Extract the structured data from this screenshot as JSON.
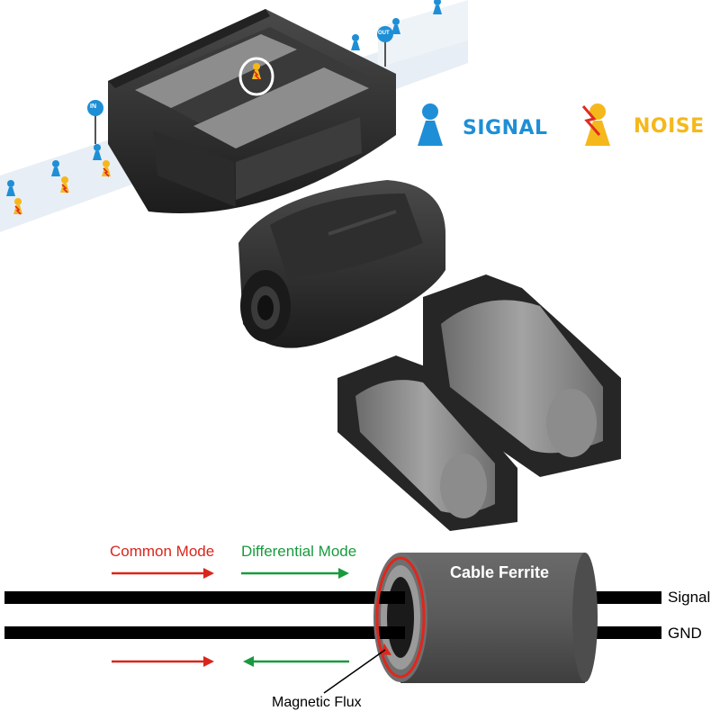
{
  "legend": {
    "signal_label": "SIGNAL",
    "noise_label": "NOISE",
    "signal_color": "#1e8fd6",
    "noise_color": "#f5b81c"
  },
  "cable_sign_in": "IN",
  "cable_sign_out": "OUT",
  "diagram": {
    "common_mode_label": "Common Mode",
    "differential_mode_label": "Differential Mode",
    "ferrite_label": "Cable Ferrite",
    "signal_wire_label": "Signal",
    "gnd_wire_label": "GND",
    "flux_label": "Magnetic Flux",
    "common_mode_color": "#d9261c",
    "differential_mode_color": "#1a9a3f"
  },
  "icons": [
    "signal-person-icon",
    "noise-person-icon",
    "lightning-icon"
  ]
}
